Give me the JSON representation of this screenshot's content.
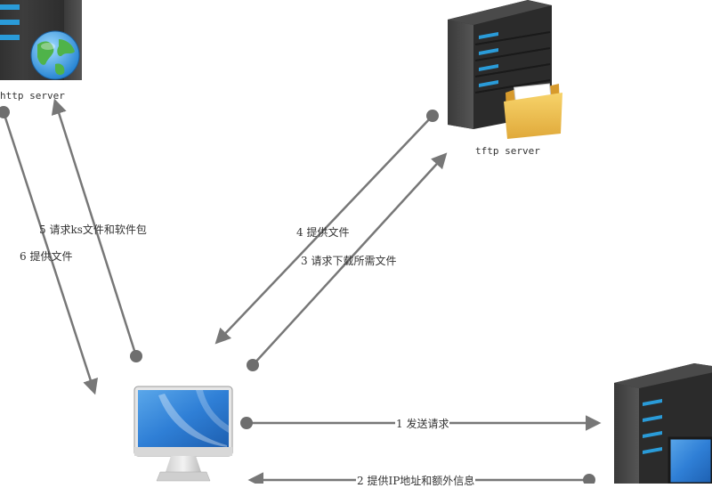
{
  "nodes": {
    "http_server": {
      "label": "http server"
    },
    "tftp_server": {
      "label": "tftp server"
    },
    "client": {
      "label": ""
    },
    "dhcp_server": {
      "label": ""
    }
  },
  "edges": {
    "e1": {
      "label": "1 发送请求"
    },
    "e2": {
      "label": "2 提供IP地址和额外信息"
    },
    "e3": {
      "label": "3 请求下载所需文件"
    },
    "e4": {
      "label": "4 提供文件"
    },
    "e5": {
      "label": "5 请求ks文件和软件包"
    },
    "e6": {
      "label": "6 提供文件"
    }
  },
  "colors": {
    "arrow": "#777777",
    "server_body": "#2e2e2e",
    "server_led": "#2a9bd8",
    "monitor_screen": "#2f7fd6"
  },
  "icons": [
    "server-icon",
    "globe-icon",
    "folder-icon",
    "monitor-icon"
  ]
}
